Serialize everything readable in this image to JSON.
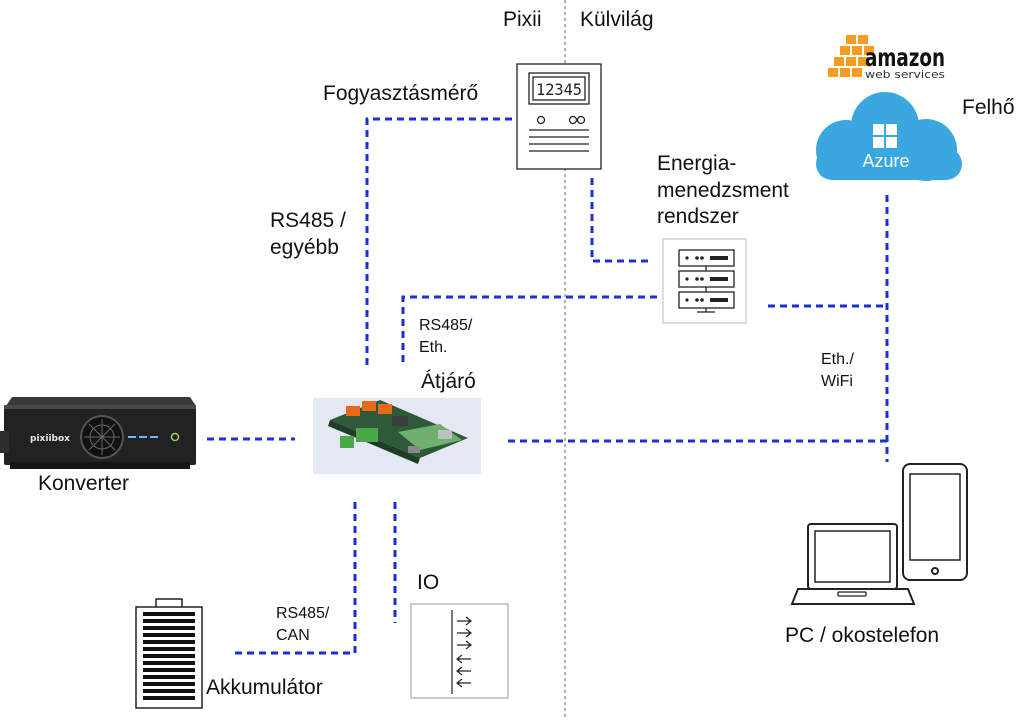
{
  "zones": {
    "left": "Pixii",
    "right": "Külvilág"
  },
  "nodes": {
    "meter": {
      "label": "Fogyasztásmérő",
      "display": "12345"
    },
    "ems": {
      "line1": "Energia-",
      "line2": "menedzsment",
      "line3": "rendszer"
    },
    "gateway": {
      "label": "Átjáró"
    },
    "converter": {
      "label": "Konverter",
      "brand": "pixiibox"
    },
    "battery": {
      "label": "Akkumulátor"
    },
    "io": {
      "label": "IO"
    },
    "cloud": {
      "label": "Felhő",
      "azure": "Azure"
    },
    "amazon": {
      "line1": "amazon",
      "line2": "web services"
    },
    "client": {
      "label": "PC / okostelefon"
    }
  },
  "links": {
    "meter_gateway": {
      "line1": "RS485 /",
      "line2": "egyébb"
    },
    "ems_gateway": {
      "line1": "RS485/",
      "line2": "Eth."
    },
    "network": {
      "line1": "Eth./",
      "line2": "WiFi"
    },
    "battery_gateway": {
      "line1": "RS485/",
      "line2": "CAN"
    }
  },
  "colors": {
    "link": "#1a2fd6",
    "divider": "#999999",
    "azure": "#3aa7e0",
    "amazon": "#f39c1f"
  }
}
